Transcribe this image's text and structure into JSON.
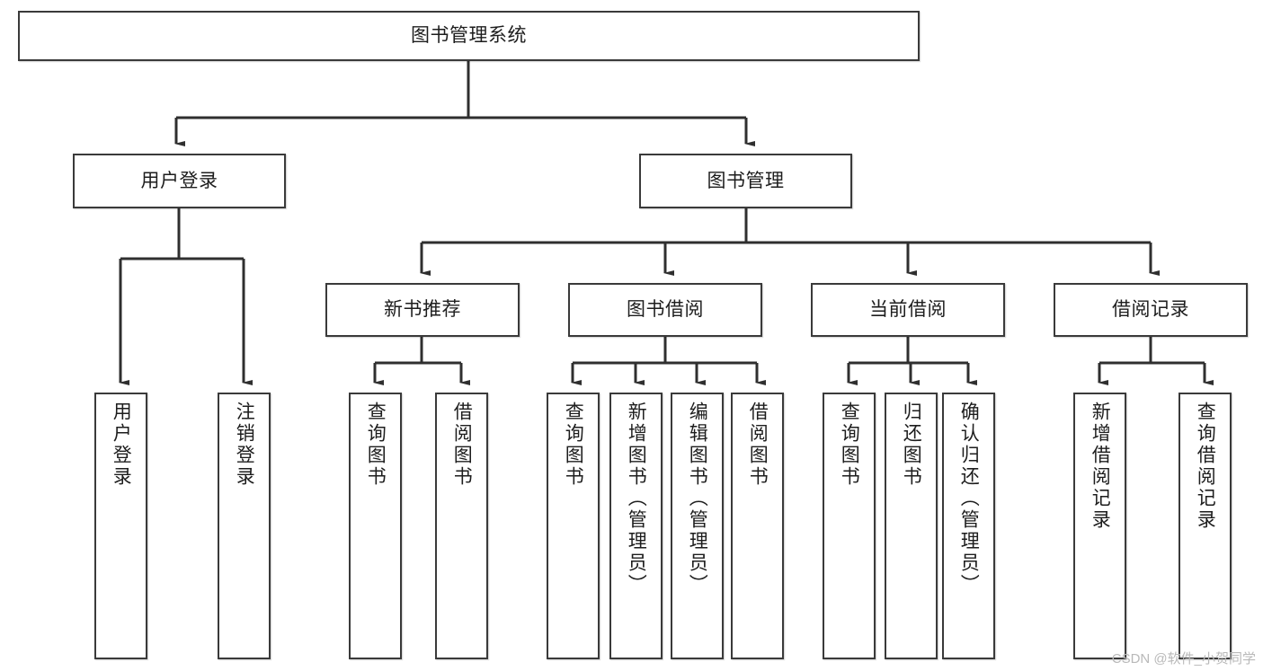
{
  "diagram": {
    "type": "tree",
    "title": "图书管理系统",
    "watermark": "CSDN @软件_小贺同学",
    "style": {
      "box_border_color": "#3a3a3a",
      "box_fill_color": "#ffffff",
      "edge_color": "#2f2f2f",
      "text_color": "#1d1d1d",
      "watermark_color": "#b9b9b9"
    },
    "levels": {
      "root": "图书管理系统",
      "level1": [
        "用户登录",
        "图书管理"
      ],
      "level2": [
        "新书推荐",
        "图书借阅",
        "当前借阅",
        "借阅记录"
      ]
    },
    "nodes": {
      "root": {
        "label": "图书管理系统"
      },
      "user_login": {
        "label": "用户登录"
      },
      "book_manage": {
        "label": "图书管理"
      },
      "new_book_rec": {
        "label": "新书推荐"
      },
      "book_borrow": {
        "label": "图书借阅"
      },
      "current_borrow": {
        "label": "当前借阅"
      },
      "borrow_record": {
        "label": "借阅记录"
      },
      "leaf_user_login": {
        "label": "用户登录"
      },
      "leaf_logout": {
        "label": "注销登录"
      },
      "leaf_query_book_1": {
        "label": "查询图书"
      },
      "leaf_borrow_book_1": {
        "label": "借阅图书"
      },
      "leaf_query_book_2": {
        "label": "查询图书"
      },
      "leaf_add_book": {
        "label": "新增图书（管理员）"
      },
      "leaf_edit_book": {
        "label": "编辑图书（管理员）"
      },
      "leaf_borrow_book_2": {
        "label": "借阅图书"
      },
      "leaf_query_book_3": {
        "label": "查询图书"
      },
      "leaf_return_book": {
        "label": "归还图书"
      },
      "leaf_confirm_return": {
        "label": "确认归还（管理员）"
      },
      "leaf_add_record": {
        "label": "新增借阅记录"
      },
      "leaf_query_record": {
        "label": "查询借阅记录"
      }
    },
    "edges": [
      {
        "from": "图书管理系统",
        "to": "用户登录"
      },
      {
        "from": "图书管理系统",
        "to": "图书管理"
      },
      {
        "from": "用户登录",
        "to": "用户登录"
      },
      {
        "from": "用户登录",
        "to": "注销登录"
      },
      {
        "from": "图书管理",
        "to": "新书推荐"
      },
      {
        "from": "图书管理",
        "to": "图书借阅"
      },
      {
        "from": "图书管理",
        "to": "当前借阅"
      },
      {
        "from": "图书管理",
        "to": "借阅记录"
      },
      {
        "from": "新书推荐",
        "to": "查询图书"
      },
      {
        "from": "新书推荐",
        "to": "借阅图书"
      },
      {
        "from": "图书借阅",
        "to": "查询图书"
      },
      {
        "from": "图书借阅",
        "to": "新增图书（管理员）"
      },
      {
        "from": "图书借阅",
        "to": "编辑图书（管理员）"
      },
      {
        "from": "图书借阅",
        "to": "借阅图书"
      },
      {
        "from": "当前借阅",
        "to": "查询图书"
      },
      {
        "from": "当前借阅",
        "to": "归还图书"
      },
      {
        "from": "当前借阅",
        "to": "确认归还（管理员）"
      },
      {
        "from": "借阅记录",
        "to": "新增借阅记录"
      },
      {
        "from": "借阅记录",
        "to": "查询借阅记录"
      }
    ]
  }
}
